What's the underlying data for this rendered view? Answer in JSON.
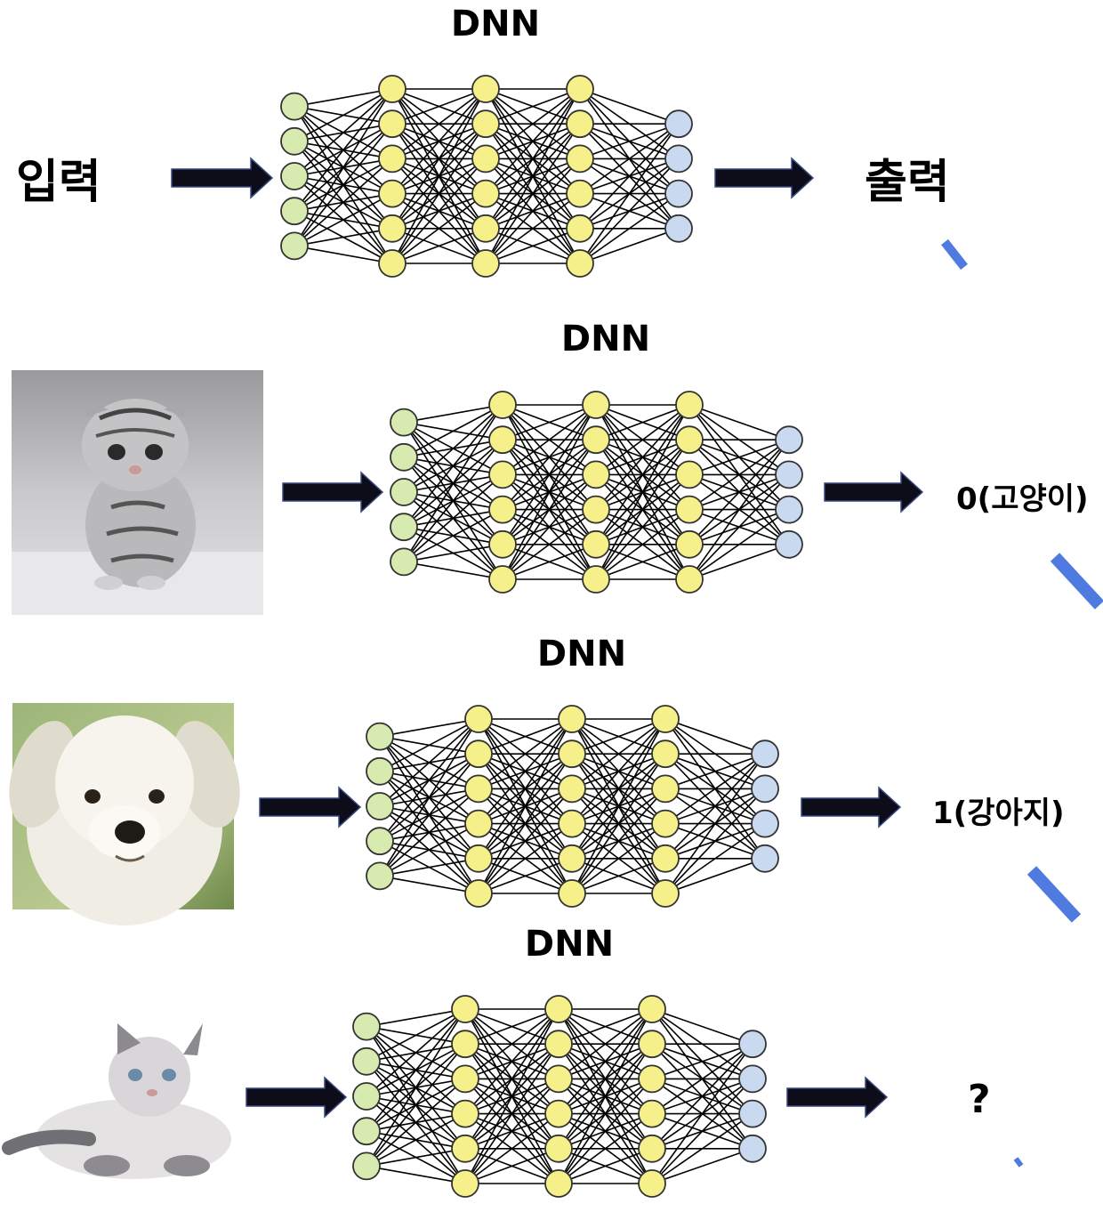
{
  "rows": [
    {
      "title": "DNN",
      "input": "입력",
      "output": "출력"
    },
    {
      "title": "DNN",
      "input_image": "kitten-photo",
      "output": "0(고양이)"
    },
    {
      "title": "DNN",
      "input_image": "puppy-photo",
      "output": "1(강아지)"
    },
    {
      "title": "DNN",
      "input_image": "kitten-lying-photo",
      "output": "?"
    }
  ],
  "network": {
    "layers": [
      5,
      6,
      6,
      6,
      4
    ],
    "colors": {
      "input_node": "#d7ebb0",
      "hidden_node": "#f6f08a",
      "output_node": "#c9d9ef",
      "edge": "#000000",
      "arrow": "#0d0d1a",
      "accent_stroke": "#4f7be0"
    }
  }
}
